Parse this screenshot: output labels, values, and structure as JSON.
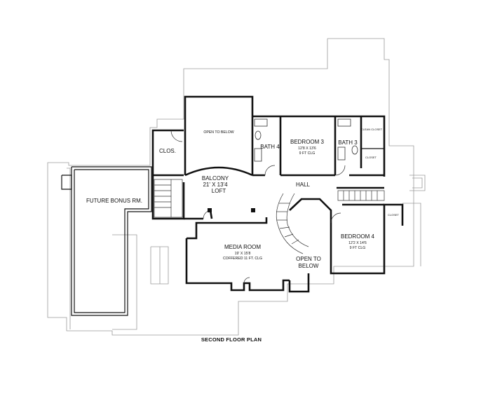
{
  "plan": {
    "title": "SECOND FLOOR PLAN",
    "rooms": {
      "open_to_below_top": "OPEN TO BELOW",
      "clos": "CLOS.",
      "bath4": "BATH 4",
      "bedroom3": {
        "name": "BEDROOM 3",
        "size": "12'8 X 13'6",
        "clg": "9 FT CLG"
      },
      "bath3": "BATH 3",
      "clean_closet": "CLEAN CLOSET",
      "closet_a": "CLOSET",
      "balcony": {
        "name": "BALCONY",
        "size": "21' X 13'4",
        "sub": "LOFT"
      },
      "hall": "HALL",
      "future_bonus": "FUTURE BONUS RM.",
      "closet_b": "CLOSET",
      "bedroom4": {
        "name": "BEDROOM 4",
        "size": "12'2 X 14'6",
        "clg": "9 FT CLG"
      },
      "media": {
        "name": "MEDIA ROOM",
        "size": "19' X 15'8",
        "clg": "COFFERED 11 FT. CLG"
      },
      "open_to_below_mid": {
        "line1": "OPEN TO",
        "line2": "BELOW"
      }
    }
  }
}
